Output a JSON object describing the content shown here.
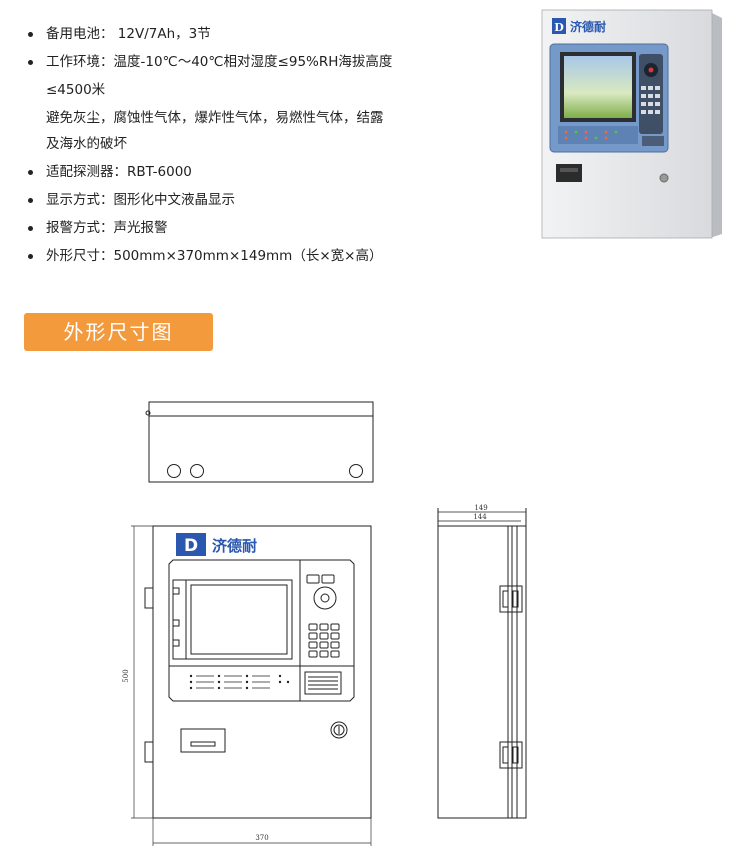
{
  "specs": [
    {
      "text": "备用电池： 12V/7Ah，3节"
    },
    {
      "text": "工作环境：温度-10℃～40℃相对湿度≤95%RH海拔高度"
    },
    {
      "text": "≤4500米"
    },
    {
      "text": "避免灰尘，腐蚀性气体，爆炸性气体，易燃性气体，结露"
    },
    {
      "text": "及海水的破坏"
    },
    {
      "text": "适配探测器：RBT-6000"
    },
    {
      "text": "显示方式：图形化中文液晶显示"
    },
    {
      "text": "报警方式：声光报警"
    },
    {
      "text": "外形尺寸：500mm×370mm×149mm（长×宽×高）"
    }
  ],
  "section_title": "外形尺寸图",
  "brand": {
    "name": "济德耐",
    "logo_text": "D",
    "color": "#2a57b0"
  },
  "dimensions": {
    "height": "500",
    "width": "370",
    "depth_outer": "149",
    "depth_inner": "144"
  },
  "colors": {
    "banner": "#f39a3c",
    "cabinet": "#e4e6e8",
    "panel": "#6f94c8"
  }
}
